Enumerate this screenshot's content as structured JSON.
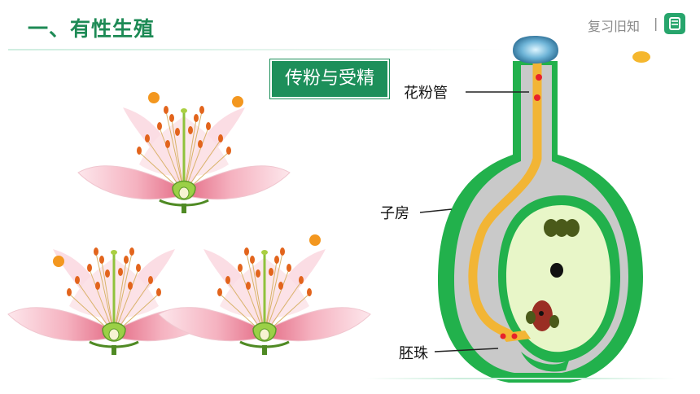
{
  "header": {
    "title": "一、有性生殖",
    "review_label": "复习旧知",
    "separator": "|"
  },
  "subtitle": "传粉与受精",
  "diagram_labels": {
    "pollen_tube": "花粉管",
    "ovary": "子房",
    "ovule": "胚珠"
  },
  "colors": {
    "brand_green": "#1d8a55",
    "ovary_green": "#1fb04a",
    "pollen_tube_orange": "#f2b535",
    "petal_pink": "#f3a9b6"
  }
}
